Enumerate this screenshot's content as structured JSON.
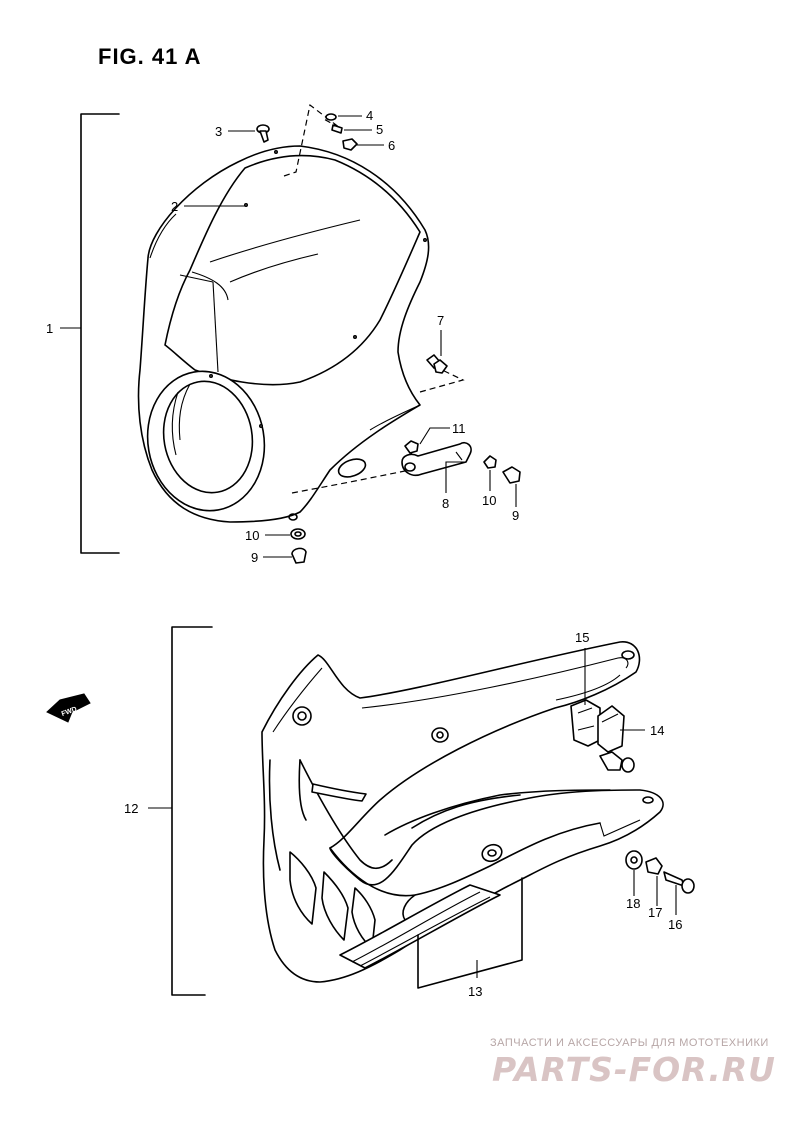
{
  "figure": {
    "title": "FIG. 41 A"
  },
  "fwd_arrow": {
    "label": "FWD",
    "icon": "fwd-arrow-icon"
  },
  "callouts": {
    "c1": "1",
    "c2": "2",
    "c3": "3",
    "c4": "4",
    "c5": "5",
    "c6": "6",
    "c7": "7",
    "c8": "8",
    "c9a": "9",
    "c9b": "9",
    "c10a": "10",
    "c10b": "10",
    "c11": "11",
    "c12": "12",
    "c13": "13",
    "c14": "14",
    "c15": "15",
    "c16": "16",
    "c17": "17",
    "c18": "18"
  },
  "watermark": {
    "caption": "ЗАПЧАСТИ И АКСЕССУАРЫ ДЛЯ МОТОТЕХНИКИ",
    "logo": "PARTS-FOR.RU",
    "color": "#d9c4c4"
  }
}
